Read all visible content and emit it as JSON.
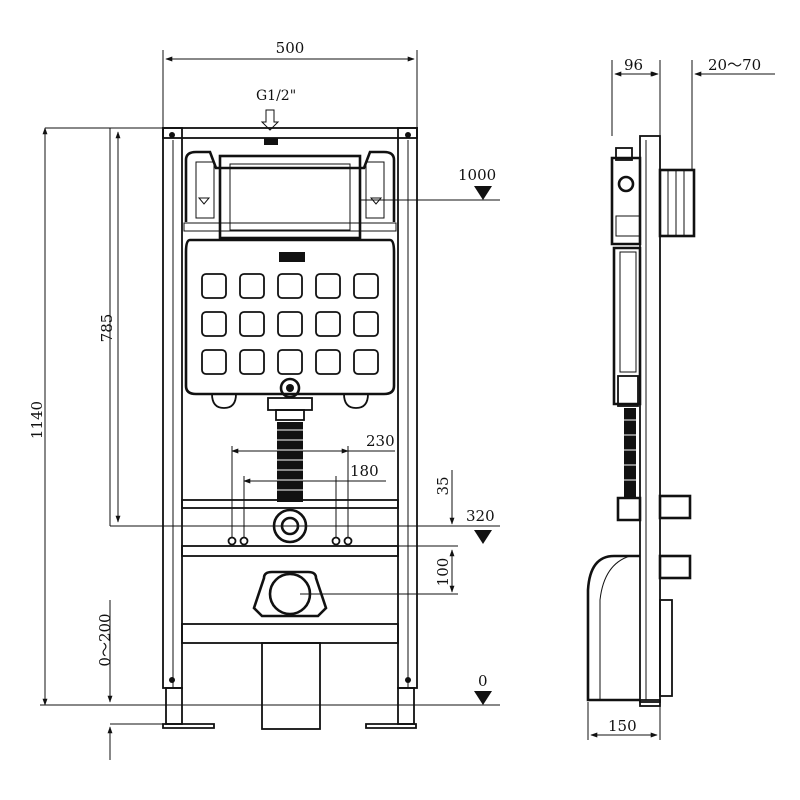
{
  "front_view": {
    "width_dim": "500",
    "inlet_thread": "G1/2\"",
    "height_total": "1140",
    "height_785": "785",
    "height_1000": "1000",
    "height_320": "320",
    "height_0": "0",
    "leg_range": "0～200",
    "spacing_230": "230",
    "spacing_180": "180",
    "offset_35": "35",
    "offset_100": "100"
  },
  "side_view": {
    "depth_96": "96",
    "wall_range": "20～70",
    "base_150": "150"
  }
}
